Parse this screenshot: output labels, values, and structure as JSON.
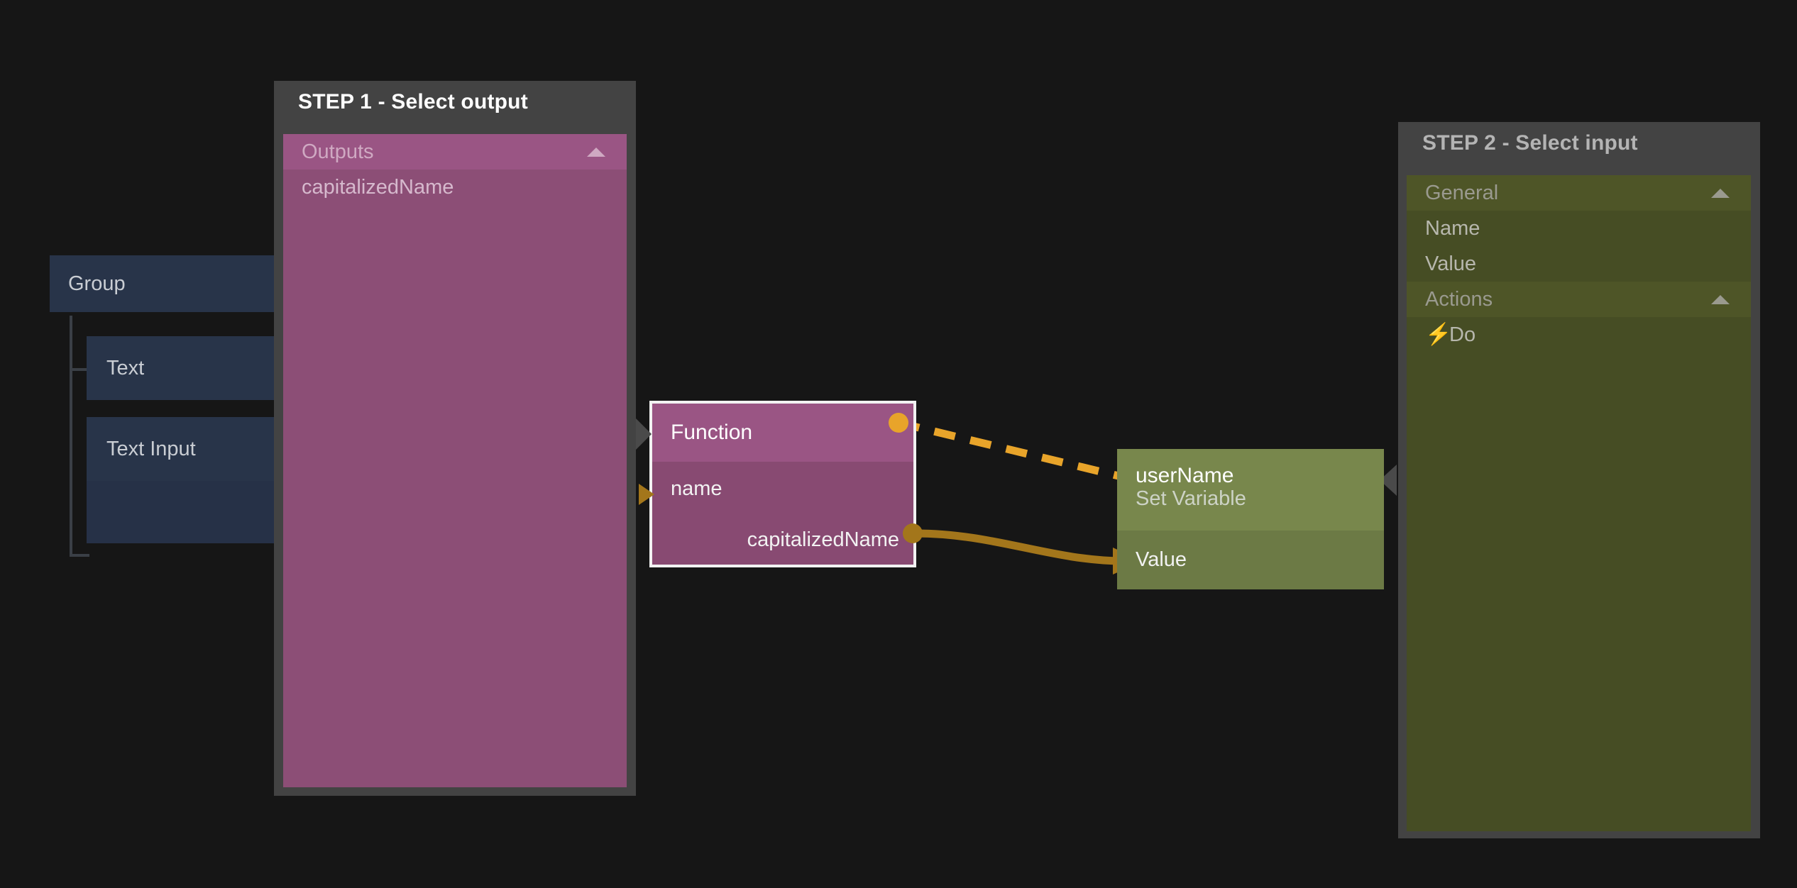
{
  "canvas": {
    "background": "#161616"
  },
  "tree": {
    "name": "component-tree",
    "rows": [
      {
        "label": "Group",
        "depth": 0
      },
      {
        "label": "Text",
        "depth": 1
      },
      {
        "label": "Text Input",
        "depth": 1
      }
    ]
  },
  "step1": {
    "title": "STEP 1 - Select output",
    "title_color": "#ffffff",
    "accent": "#9a5584",
    "sections": [
      {
        "header": "Outputs",
        "chevron": "chevron-up-icon",
        "items": [
          {
            "label": "capitalizedName"
          }
        ]
      }
    ]
  },
  "step2": {
    "title": "STEP 2 - Select input",
    "title_color": "#b4b4b4",
    "accent": "#4e5527",
    "sections": [
      {
        "header": "General",
        "chevron": "chevron-up-icon",
        "items": [
          {
            "label": "Name"
          },
          {
            "label": "Value"
          }
        ]
      },
      {
        "header": "Actions",
        "chevron": "chevron-up-icon",
        "items": [
          {
            "label": "Do",
            "icon": "lightning-bolt-icon"
          }
        ]
      }
    ]
  },
  "nodes": {
    "function": {
      "title": "Function",
      "selected": true,
      "color": "#9a5584",
      "exec_in": "exec-input-port",
      "exec_out": "exec-output-port",
      "inputs": [
        {
          "label": "name"
        }
      ],
      "outputs": [
        {
          "label": "capitalizedName"
        }
      ]
    },
    "set_variable": {
      "title": "userName",
      "subtitle": "Set Variable",
      "color": "#78874c",
      "inputs": [
        {
          "label": "Value"
        }
      ]
    }
  },
  "wires": {
    "exec": {
      "style": "dashed",
      "color": "#e8a42a",
      "from": "function.exec_out",
      "to": "set_variable.exec_in"
    },
    "data": {
      "style": "solid",
      "color": "#a3761b",
      "from": "function.capitalizedName",
      "to": "set_variable.Value"
    }
  }
}
